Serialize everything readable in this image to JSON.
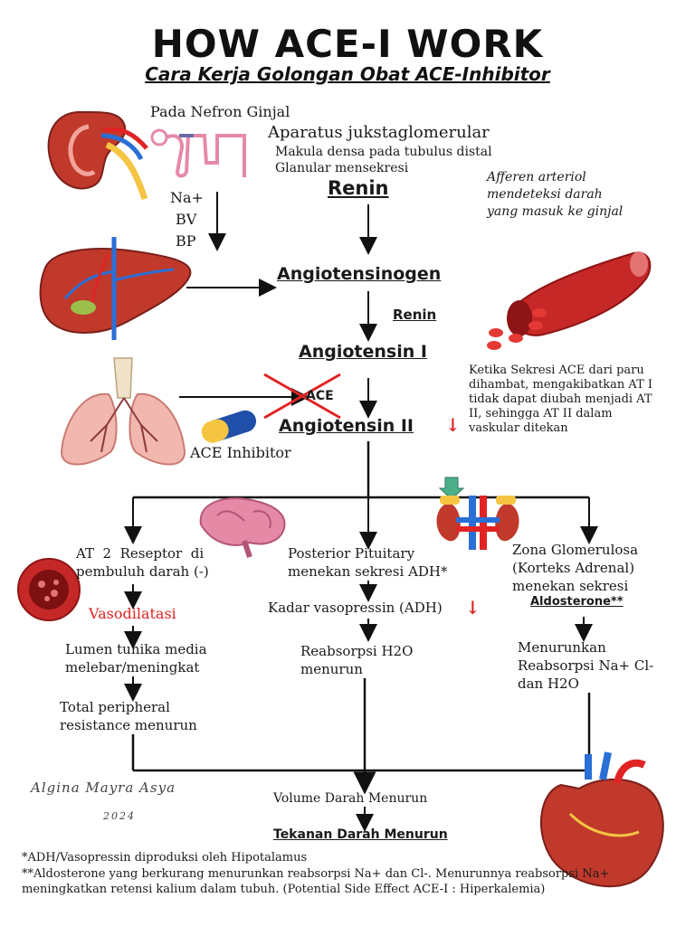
{
  "title": "HOW ACE-I WORK",
  "subtitle": "Cara Kerja Golongan Obat ACE-Inhibitor",
  "kidney": {
    "location": "Pada Nefron Ginjal",
    "apparatus": "Aparatus jukstaglomerular",
    "macula": "Makula densa pada tubulus distal",
    "glanular": "Glanular mensekresi",
    "na": "Na+",
    "bv": "BV",
    "bp": "BP"
  },
  "afferent_note": [
    "Afferen arteriol",
    "mendeteksi darah",
    "yang masuk ke ginjal"
  ],
  "chain": {
    "renin1": "Renin",
    "angiotensinogen": "Angiotensinogen",
    "renin2": "Renin",
    "angiotensin1": "Angiotensin I",
    "ace": "ACE",
    "angiotensin2": "Angiotensin II",
    "down_arrow": "↓"
  },
  "ace_inhibitor": "ACE Inhibitor",
  "ace_note": [
    "Ketika Sekresi ACE dari paru",
    "dihambat, mengakibatkan AT I",
    "tidak dapat diubah menjadi AT",
    "II, sehingga AT II dalam",
    "vaskular ditekan"
  ],
  "left_branch": {
    "receptor": [
      "AT  2  Reseptor  di",
      "pembuluh darah (-)"
    ],
    "vasodilatasi": "Vasodilatasi",
    "lumen": [
      "Lumen tunika media",
      "melebar/meningkat"
    ],
    "tpr": [
      "Total peripheral",
      "resistance menurun"
    ]
  },
  "middle_branch": {
    "pituitary": [
      "Posterior Pituitary",
      "menekan sekresi ADH*"
    ],
    "vasopressin": "Kadar vasopressin (ADH)",
    "reabsorption": [
      "Reabsorpsi H2O",
      "menurun"
    ]
  },
  "right_branch": {
    "zona": [
      "Zona Glomerulosa",
      "(Korteks Adrenal)",
      "menekan sekresi"
    ],
    "aldosterone": "Aldosterone**",
    "reduce": [
      "Menurunkan",
      "Reabsorpsi Na+ Cl-",
      "dan H2O"
    ]
  },
  "outcome": {
    "volume": "Volume Darah Menurun",
    "pressure": "Tekanan Darah Menurun"
  },
  "signature": {
    "name": "Algina Mayra Asya",
    "year": "2024"
  },
  "footnotes": [
    "*ADH/Vasopressin diproduksi oleh Hipotalamus",
    "**Aldosterone yang berkurang menurunkan reabsorpsi Na+ dan Cl-. Menurunnya reabsorpsi Na+ meningkatkan retensi kalium dalam tubuh. (Potential Side Effect ACE-I : Hiperkalemia)"
  ],
  "colors": {
    "red": "#e02424",
    "organ_red": "#c0392b",
    "vessel_blue": "#2a6fd6",
    "lung_pink": "#f2b8b0",
    "brain_pink": "#e58aa6",
    "capsule_yellow": "#f5c542",
    "capsule_blue": "#1f4fa8"
  }
}
